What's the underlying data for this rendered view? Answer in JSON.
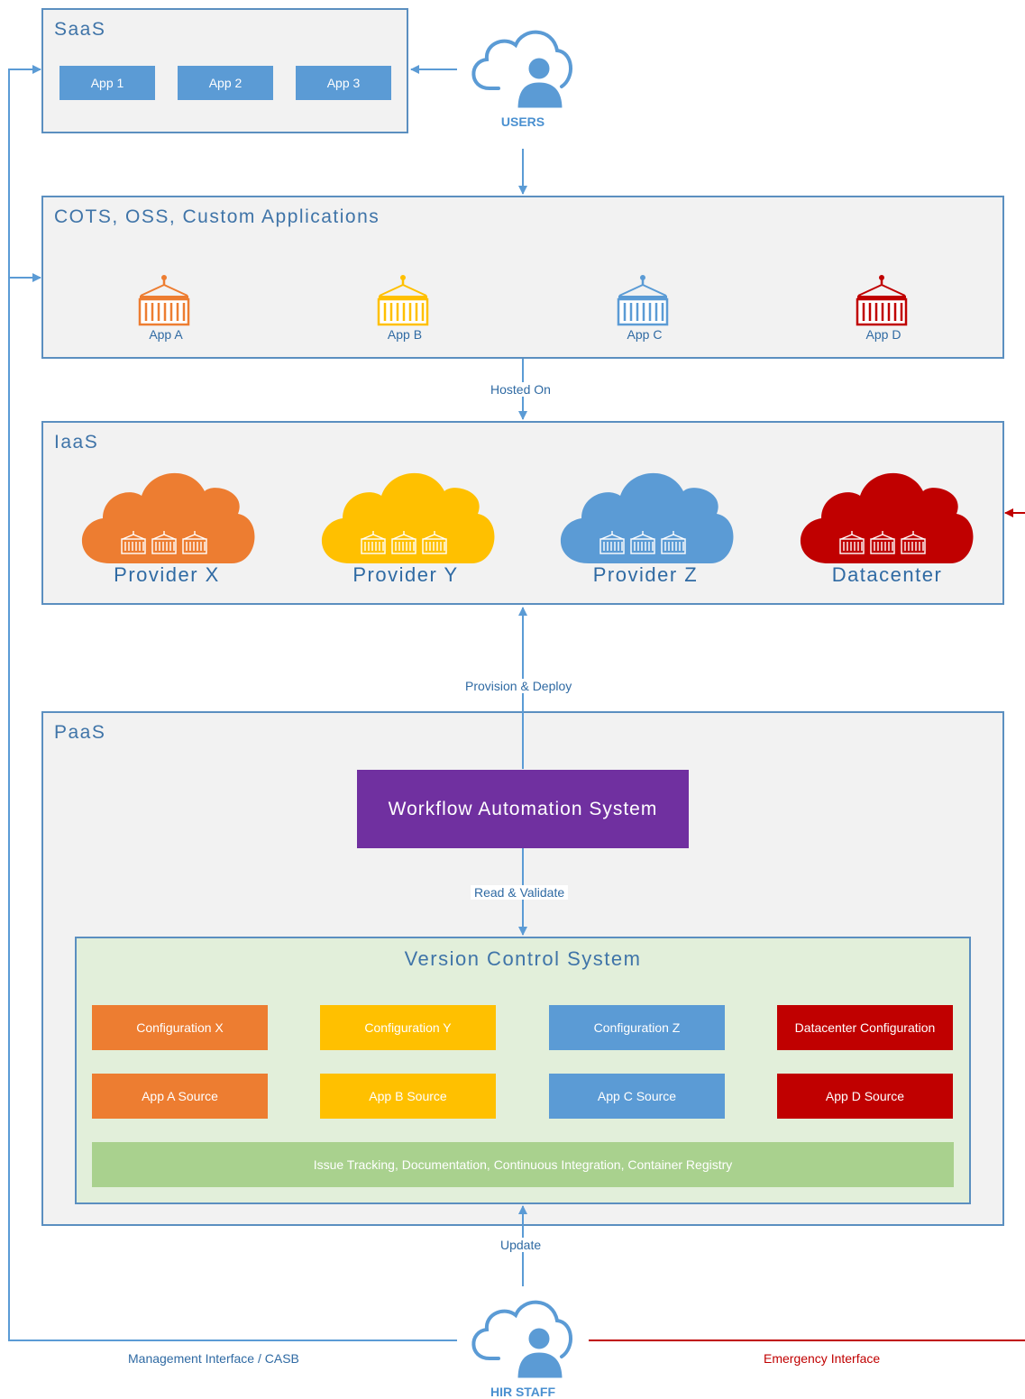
{
  "saas": {
    "title": "SaaS",
    "apps": [
      "App 1",
      "App 2",
      "App 3"
    ]
  },
  "users": {
    "label": "USERS"
  },
  "cots": {
    "title": "COTS, OSS, Custom Applications",
    "apps": [
      {
        "label": "App A",
        "color": "#ed7d31"
      },
      {
        "label": "App B",
        "color": "#ffc000"
      },
      {
        "label": "App C",
        "color": "#5b9bd5"
      },
      {
        "label": "App D",
        "color": "#c00000"
      }
    ]
  },
  "edges": {
    "hosted_on": "Hosted On",
    "provision_deploy": "Provision & Deploy",
    "read_validate": "Read & Validate",
    "update": "Update",
    "management": "Management Interface / CASB",
    "emergency": "Emergency Interface"
  },
  "iaas": {
    "title": "IaaS",
    "providers": [
      {
        "label": "Provider X",
        "color": "#ed7d31"
      },
      {
        "label": "Provider Y",
        "color": "#ffc000"
      },
      {
        "label": "Provider Z",
        "color": "#5b9bd5"
      },
      {
        "label": "Datacenter",
        "color": "#c00000"
      }
    ]
  },
  "paas": {
    "title": "PaaS",
    "workflow": "Workflow Automation System",
    "vcs": {
      "title": "Version Control System",
      "configs": [
        {
          "label": "Configuration X",
          "color": "#ed7d31"
        },
        {
          "label": "Configuration Y",
          "color": "#ffc000"
        },
        {
          "label": "Configuration Z",
          "color": "#5b9bd5"
        },
        {
          "label": "Datacenter Configuration",
          "color": "#c00000"
        }
      ],
      "sources": [
        {
          "label": "App A Source",
          "color": "#ed7d31"
        },
        {
          "label": "App B Source",
          "color": "#ffc000"
        },
        {
          "label": "App C Source",
          "color": "#5b9bd5"
        },
        {
          "label": "App D Source",
          "color": "#c00000"
        }
      ],
      "tools": "Issue Tracking, Documentation, Continuous Integration, Container Registry"
    }
  },
  "staff": {
    "label": "HIR STAFF"
  },
  "colors": {
    "line_blue": "#5b9bd5",
    "line_red": "#c00000",
    "workflow_purple": "#7030a0",
    "vcs_bg": "#e2efda",
    "tools_green": "#a9d18e"
  }
}
